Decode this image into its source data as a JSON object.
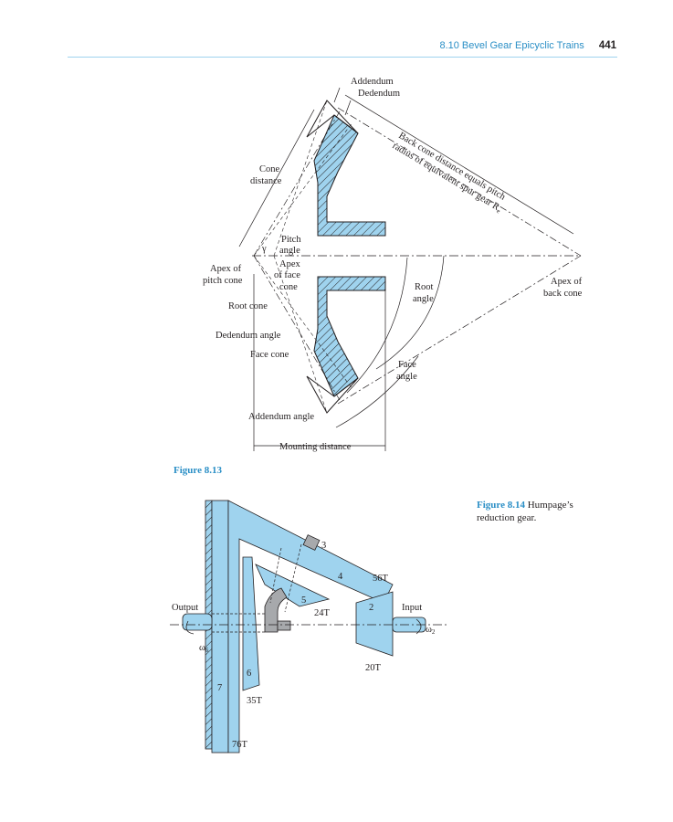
{
  "header": {
    "section": "8.10 Bevel Gear Epicyclic Trains",
    "page_number": "441"
  },
  "figure_8_13": {
    "caption": "Figure 8.13",
    "labels": {
      "addendum": "Addendum",
      "dedendum": "Dedendum",
      "back_cone_line1": "Back cone distance equals pitch",
      "back_cone_line2": "radius of equivalent spur gear R",
      "back_cone_sub": "e",
      "cone_distance_1": "Cone",
      "cone_distance_2": "distance",
      "pitch_angle_1": "Pitch",
      "pitch_angle_2": "angle",
      "gamma": "γ",
      "apex_face_1": "Apex",
      "apex_face_2": "of face",
      "apex_face_3": "cone",
      "apex_pitch_1": "Apex of",
      "apex_pitch_2": "pitch cone",
      "root_cone": "Root cone",
      "dedendum_angle": "Dedendum angle",
      "face_cone": "Face cone",
      "root_angle_1": "Root",
      "root_angle_2": "angle",
      "face_angle_1": "Face",
      "face_angle_2": "angle",
      "apex_back_1": "Apex of",
      "apex_back_2": "back cone",
      "addendum_angle": "Addendum angle",
      "mounting_distance": "Mounting distance"
    }
  },
  "figure_8_14": {
    "caption_label": "Figure 8.14",
    "caption_text_1": "Humpage’s",
    "caption_text_2": "reduction gear.",
    "labels": {
      "output": "Output",
      "input": "Input",
      "omega6": "ω",
      "omega6_sub": "6",
      "omega2": "ω",
      "omega2_sub": "2",
      "n3": "3",
      "n4": "4",
      "n5": "5",
      "n2": "2",
      "n6": "6",
      "n7": "7",
      "t56": "56T",
      "t24": "24T",
      "t20": "20T",
      "t35": "35T",
      "t76": "76T"
    }
  },
  "colors": {
    "accent": "#2b8fc6",
    "gear_fill": "#9fd3ee",
    "rule": "#9fd3ee"
  }
}
